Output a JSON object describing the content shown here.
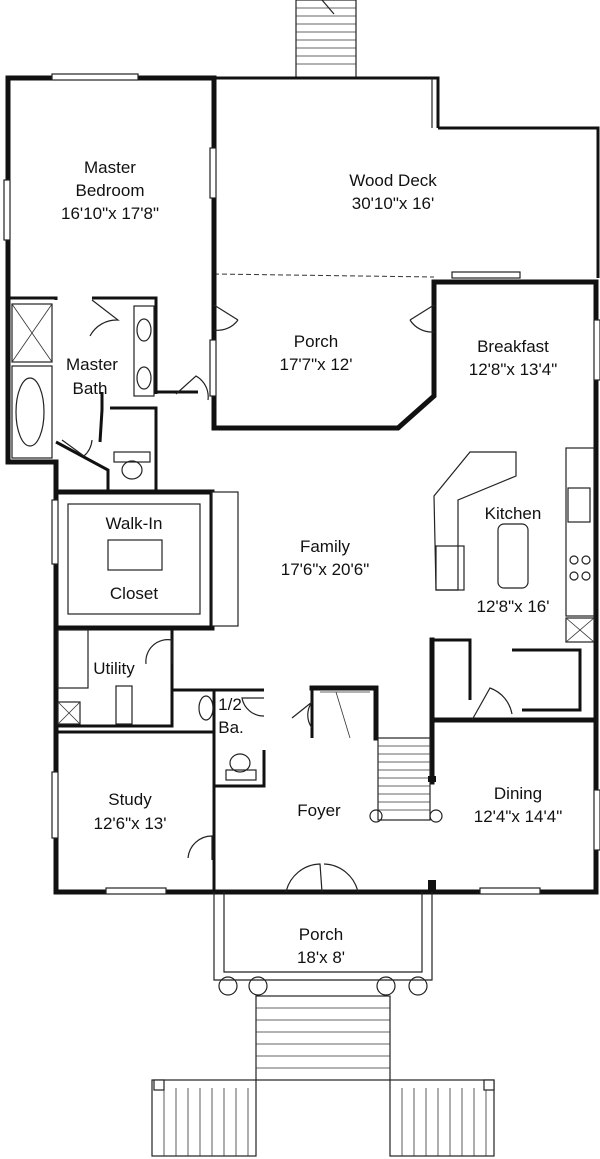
{
  "rooms": {
    "master_bedroom": {
      "line1": "Master",
      "line2": "Bedroom",
      "dims": "16'10\"x 17'8\""
    },
    "wood_deck": {
      "name": "Wood Deck",
      "dims": "30'10\"x 16'"
    },
    "rear_porch": {
      "name": "Porch",
      "dims": "17'7\"x 12'"
    },
    "breakfast": {
      "name": "Breakfast",
      "dims": "12'8\"x 13'4\""
    },
    "master_bath": {
      "line1": "Master",
      "line2": "Bath"
    },
    "walk_in_closet": {
      "line1": "Walk-In",
      "line2": "Closet"
    },
    "family": {
      "name": "Family",
      "dims": "17'6\"x 20'6\""
    },
    "kitchen": {
      "name": "Kitchen",
      "dims": "12'8\"x 16'"
    },
    "utility": {
      "name": "Utility"
    },
    "half_bath": {
      "line1": "1/2",
      "line2": "Ba."
    },
    "study": {
      "name": "Study",
      "dims": "12'6\"x 13'"
    },
    "foyer": {
      "name": "Foyer"
    },
    "dining": {
      "name": "Dining",
      "dims": "12'4\"x 14'4\""
    },
    "front_porch": {
      "name": "Porch",
      "dims": "18'x 8'"
    }
  }
}
